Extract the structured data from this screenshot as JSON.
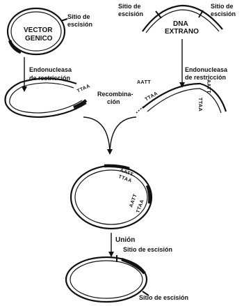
{
  "vector": {
    "label_line1": "VECTOR",
    "label_line2": "GENICO",
    "cut_site_line1": "Sitio de",
    "cut_site_line2": "escisión"
  },
  "foreign_dna": {
    "label_line1": "DNA",
    "label_line2": "EXTRANO",
    "cut_left_line1": "Sitio de",
    "cut_left_line2": "escisión",
    "cut_right_line1": "Sitio de",
    "cut_right_line2": "escisión"
  },
  "enzyme_left": {
    "line1": "Endonucleasa",
    "line2": "de restricción"
  },
  "enzyme_right": {
    "line1": "Endonucleasa",
    "line2": "de restricción"
  },
  "recombination": {
    "line1": "Recombina-",
    "line2": "ción"
  },
  "sticky_ends": {
    "vector_end": "TTAA",
    "fragment_left_top": "AATT",
    "fragment_left_bottom": "TTAA",
    "fragment_right_top": "AATT",
    "fragment_right_bottom": "TTAA"
  },
  "recombinant": {
    "junction_top_a": "AATT",
    "junction_top_b": "TTAA",
    "junction_right_a": "AATT",
    "junction_right_b": "TTAA"
  },
  "ligation": {
    "label": "Unión"
  },
  "final_plasmid": {
    "cut_site_top": "Sitio de escisión",
    "cut_site_bottom": "Sitio de escisión"
  }
}
